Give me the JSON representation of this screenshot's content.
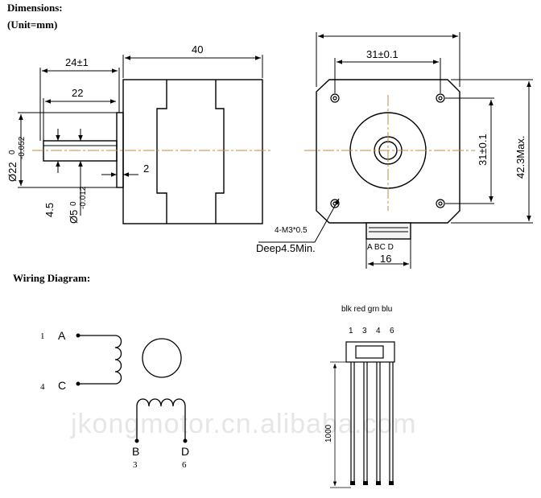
{
  "headings": {
    "dimensions": "Dimensions:",
    "unit": "(Unit=mm)",
    "wiring": "Wiring Diagram:"
  },
  "side_view": {
    "dim_24": "24±1",
    "dim_40": "40",
    "dim_22": "22",
    "dim_2": "2",
    "dia_22": "Ø22",
    "dia_22_tol_upper": "0",
    "dia_22_tol_lower": "-0.052",
    "dim_4_5": "4.5",
    "dia_5": "Ø5",
    "dia_5_tol_upper": "0",
    "dia_5_tol_lower": "-0.012"
  },
  "front_view": {
    "dim_31_top": "31±0.1",
    "dim_31_side": "31±0.1",
    "dim_42_3": "42.3Max.",
    "screw_callout": "4-M3*0.5",
    "screw_depth": "Deep4.5Min.",
    "connector_labels": "A BC D",
    "dim_16": "16"
  },
  "wiring": {
    "terminal_1_num": "1",
    "terminal_1_label": "A",
    "terminal_4_num": "4",
    "terminal_4_label": "C",
    "terminal_b_label": "B",
    "terminal_b_num": "3",
    "terminal_d_label": "D",
    "terminal_d_num": "6",
    "wire_colors": "blk red grn blu",
    "pin_1": "1",
    "pin_3": "3",
    "pin_4": "4",
    "pin_6": "6",
    "lead_length": "1000"
  },
  "watermark": "jkongmotor.cn.alibaba.com"
}
